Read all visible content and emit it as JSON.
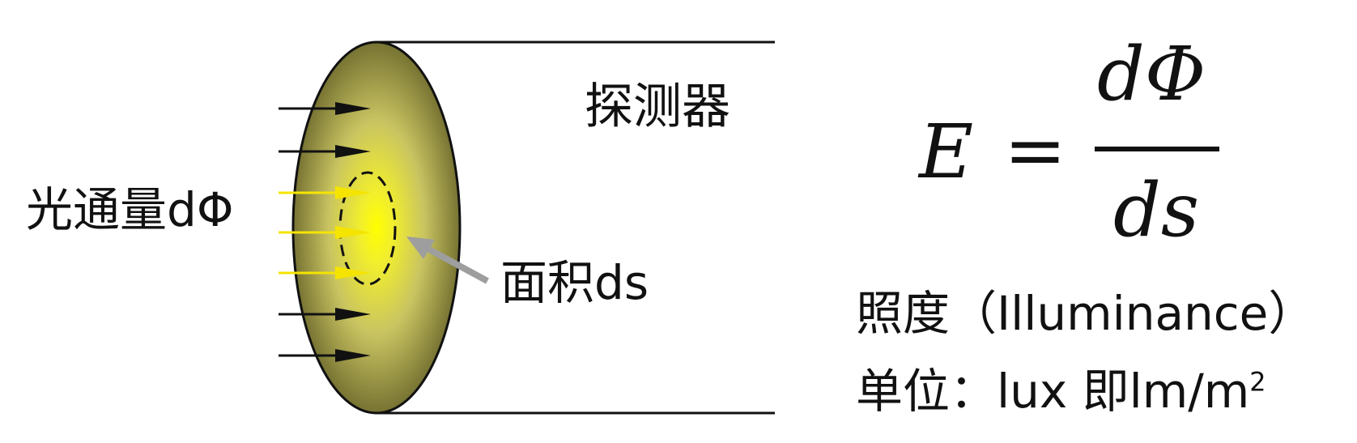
{
  "labels": {
    "detector": "探测器",
    "flux": "光通量dΦ",
    "area": "面积ds",
    "illuminance": "照度（Illuminance）",
    "unit_prefix": "单位：lux 即lm/m",
    "unit_exponent": "2"
  },
  "formula": {
    "lhs": "E",
    "equals": "=",
    "numerator": "dΦ",
    "denominator": "ds"
  },
  "colors": {
    "disk_center": "#ffff00",
    "disk_edge": "#6f6b2e",
    "flux_arrow_yellow": "#f5e400",
    "flux_arrow_black": "#111111",
    "pointer_arrow": "#9e9e9e"
  },
  "arrows": [
    {
      "color_key": "flux_arrow_black"
    },
    {
      "color_key": "flux_arrow_black"
    },
    {
      "color_key": "flux_arrow_yellow"
    },
    {
      "color_key": "flux_arrow_yellow"
    },
    {
      "color_key": "flux_arrow_yellow"
    },
    {
      "color_key": "flux_arrow_black"
    },
    {
      "color_key": "flux_arrow_black"
    }
  ]
}
